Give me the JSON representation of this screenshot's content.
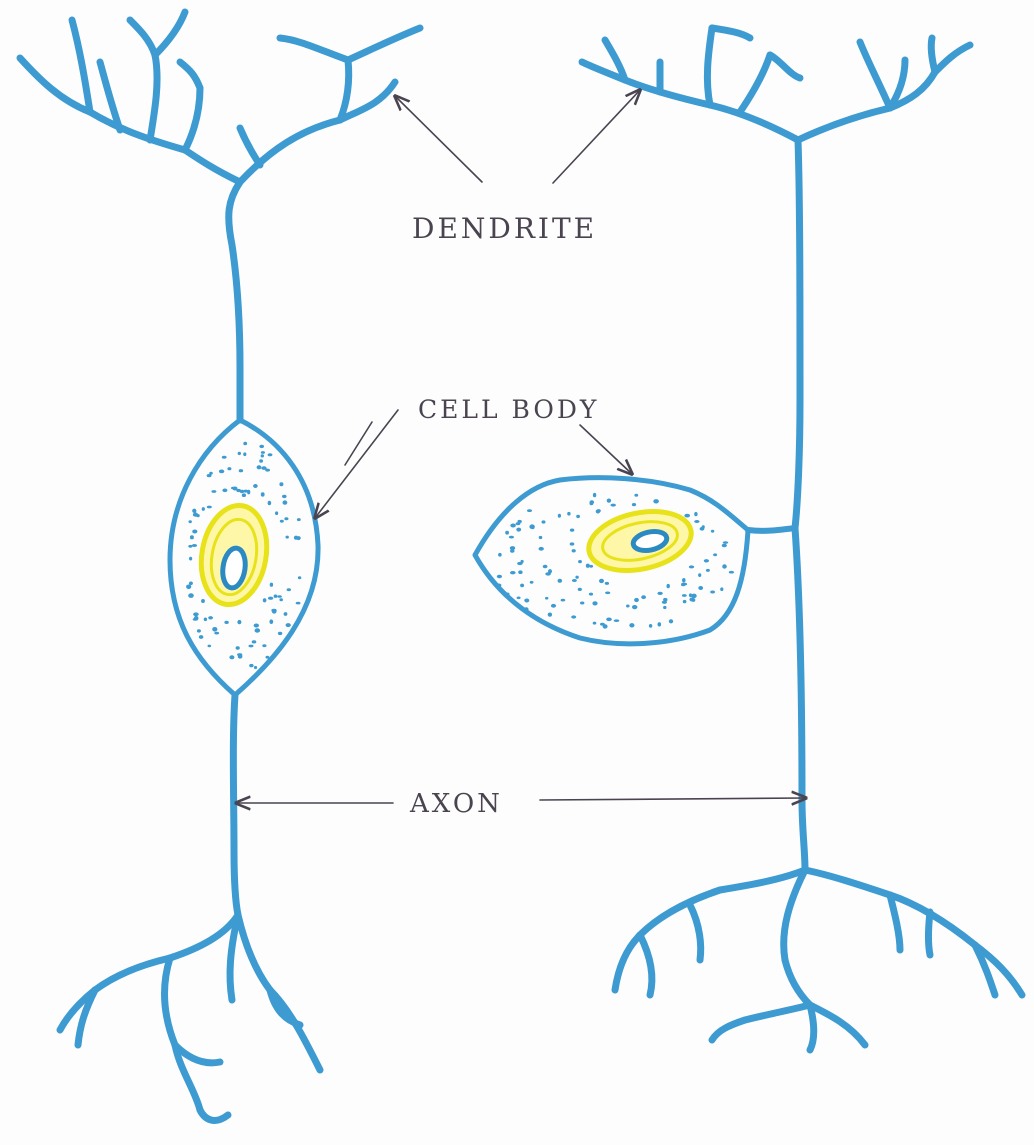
{
  "labels": {
    "dendrite": "DENDRITE",
    "cell_body": "CELL BODY",
    "axon": "AXON"
  },
  "colors": {
    "neuron": "#3d9bd1",
    "nucleus_ring": "#e8e21a",
    "nucleolus": "#2c8ac2",
    "ink": "#4a4450",
    "paper": "#fdfdfd"
  }
}
